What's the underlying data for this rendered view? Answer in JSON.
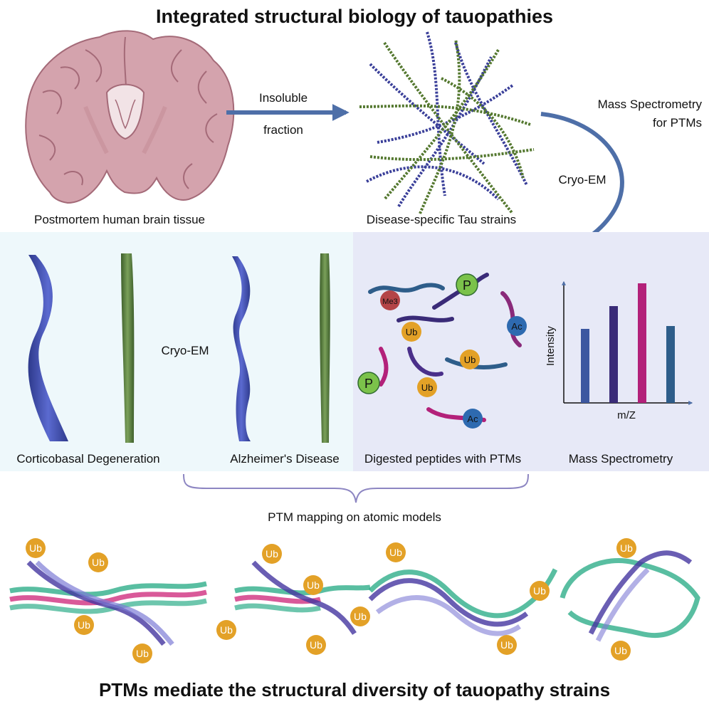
{
  "header": {
    "title": "Integrated structural biology of tauopathies"
  },
  "top_row": {
    "brain_caption": "Postmortem human brain tissue",
    "arrow_label_line1": "Insoluble",
    "arrow_label_line2": "fraction",
    "strains_caption": "Disease-specific Tau strains",
    "ms_label_line1": "Mass Spectrometry",
    "ms_label_line2": "for PTMs",
    "cryoem_label": "Cryo-EM"
  },
  "middle_row": {
    "cryoem_center_label": "Cryo-EM",
    "cbd_caption": "Corticobasal Degeneration",
    "ad_caption": "Alzheimer's Disease",
    "peptides_caption": "Digested peptides with PTMs",
    "ms_caption": "Mass Spectrometry",
    "ptm_badges": [
      "Me3",
      "P",
      "Ac",
      "Ub",
      "Ub",
      "P",
      "Ub",
      "Ac"
    ],
    "spectrum": {
      "ylabel": "Intensity",
      "xlabel": "m/Z"
    },
    "colors": {
      "left_panel": "#eef8fb",
      "right_panel": "#e7e9f7",
      "blue": "#3c57a0",
      "green": "#5a7d3c",
      "magenta": "#b3217a",
      "purple": "#4a2f8a"
    }
  },
  "bottom_row": {
    "bracket_label": "PTM mapping on atomic models",
    "ub_label": "Ub",
    "ub_color": "#e3a127",
    "footer": "PTMs mediate the structural diversity of tauopathy strains"
  },
  "chart_data": {
    "type": "bar",
    "categories": [
      "",
      "",
      "",
      ""
    ],
    "values": [
      0.52,
      0.68,
      0.84,
      0.54
    ],
    "xlabel": "m/Z",
    "ylabel": "Intensity",
    "colors": [
      "#3c57a0",
      "#3a2b78",
      "#b3217a",
      "#2e5d8a"
    ]
  }
}
